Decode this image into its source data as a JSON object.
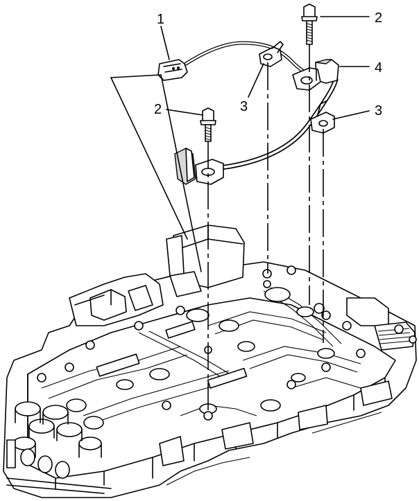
{
  "callouts": [
    {
      "label": "1",
      "part": "wiring-harness-connector"
    },
    {
      "label": "2",
      "part": "bolt-left"
    },
    {
      "label": "2",
      "part": "bolt-right"
    },
    {
      "label": "3",
      "part": "clip-left"
    },
    {
      "label": "3",
      "part": "clip-right"
    },
    {
      "label": "4",
      "part": "sensor"
    }
  ]
}
